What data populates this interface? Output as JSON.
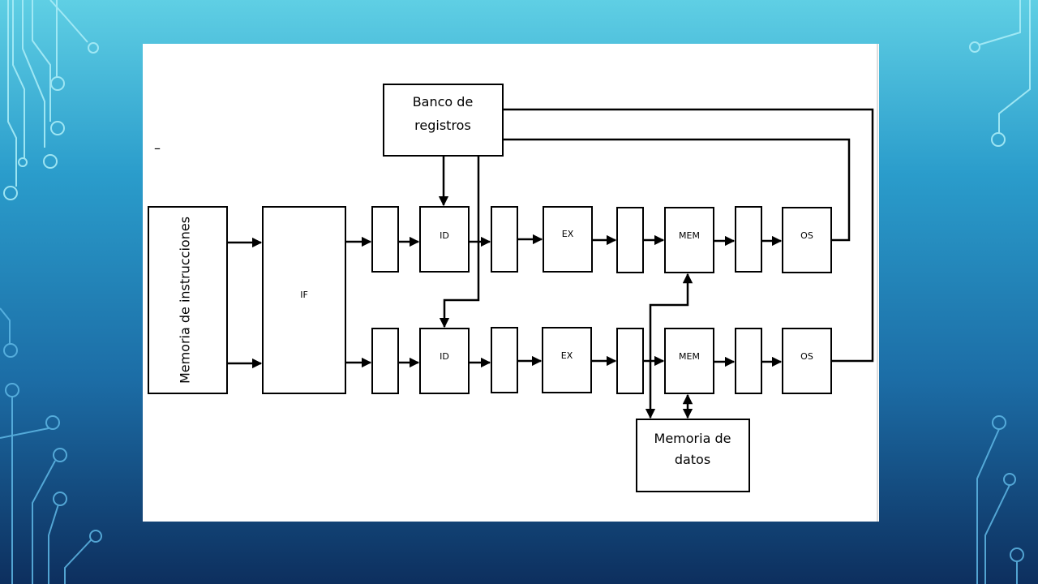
{
  "slide": {
    "background_colors": [
      "#5fcfe4",
      "#1c6da6",
      "#0d2f5e"
    ],
    "decoration": "circuit-traces"
  },
  "diagram": {
    "register_bank": {
      "line1": "Banco de",
      "line2": "registros"
    },
    "instruction_memory": "Memoria de instrucciones",
    "if_stage": "IF",
    "pipeline_a": {
      "id": "ID",
      "ex": "EX",
      "mem": "MEM",
      "os": "OS"
    },
    "pipeline_b": {
      "id": "ID",
      "ex": "EX",
      "mem": "MEM",
      "os": "OS"
    },
    "data_memory": {
      "line1": "Memoria de",
      "line2": "datos"
    },
    "stray_mark": "–"
  }
}
